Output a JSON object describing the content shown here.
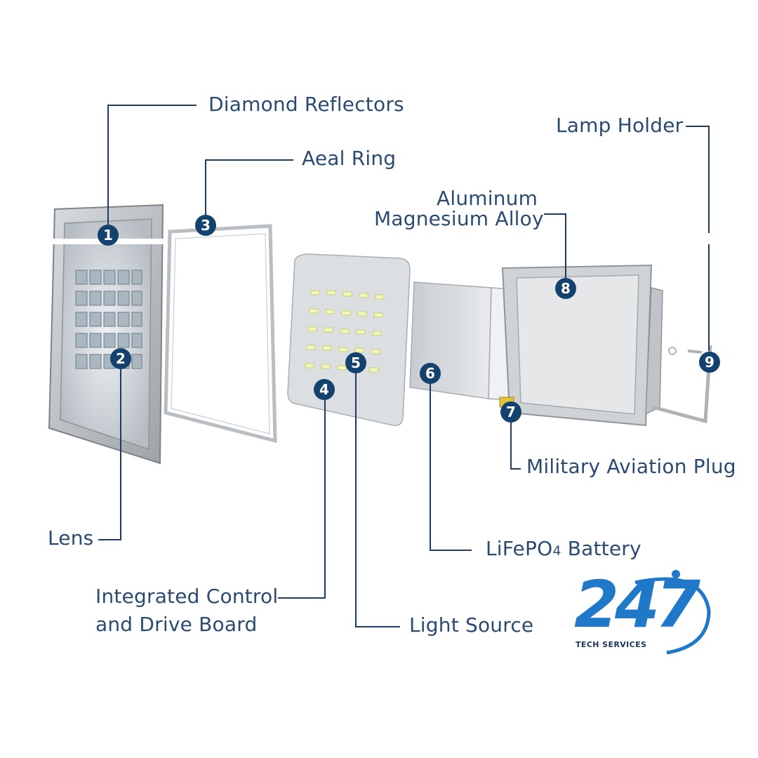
{
  "labels": {
    "diamond_reflectors": "Diamond Reflectors",
    "aeal_ring": "Aeal Ring",
    "lamp_holder": "Lamp Holder",
    "aluminum_line1": "Aluminum",
    "aluminum_line2": "Magnesium Alloy",
    "military_plug": "Military Aviation Plug",
    "lens": "Lens",
    "battery_main": "LiFePO",
    "battery_sub": "4",
    "battery_tail": " Battery",
    "control_line1": "Integrated Control",
    "control_line2": "and Drive Board",
    "light_source": "Light Source"
  },
  "badges": [
    "1",
    "2",
    "3",
    "4",
    "5",
    "6",
    "7",
    "8",
    "9"
  ],
  "logo": {
    "number": "247",
    "subtitle": "TECH SERVICES"
  },
  "colors": {
    "label": "#2a4a72",
    "badge": "#14426e",
    "leader": "#1d3b63",
    "logo": "#1f78c8"
  }
}
